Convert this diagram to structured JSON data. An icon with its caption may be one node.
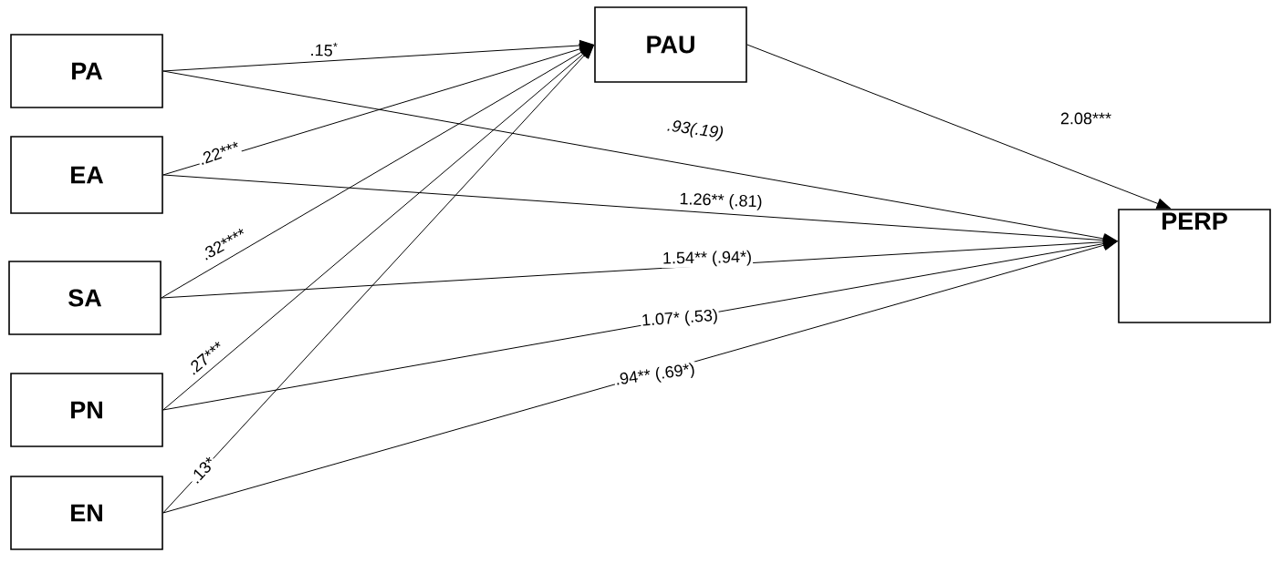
{
  "diagram": {
    "nodes": [
      {
        "text": [
          "PA"
        ]
      },
      {
        "text": [
          "EA"
        ]
      },
      {
        "text": [
          "SA"
        ]
      },
      {
        "text": [
          "PN"
        ]
      },
      {
        "text": [
          "EN"
        ]
      },
      {
        "text": [
          "PAU"
        ]
      },
      {
        "text": [
          "PERP"
        ]
      }
    ],
    "edges": [
      {
        "from": 0,
        "to": 5,
        "arrow": "to",
        "label": ".15$^{*}$"
      },
      {
        "from": 1,
        "to": 5,
        "arrow": "to",
        "label": ".22***"
      },
      {
        "from": 2,
        "to": 5,
        "arrow": "to",
        "label": ".32****"
      },
      {
        "from": 3,
        "to": 5,
        "arrow": "to",
        "label": ".27***"
      },
      {
        "from": 4,
        "to": 5,
        "arrow": "to",
        "label": ".13*"
      },
      {
        "from": 0,
        "to": 6,
        "arrow": "to",
        "label": ".93(.19)"
      },
      {
        "from": 1,
        "to": 6,
        "arrow": "to",
        "label": "1.26** (.81)"
      },
      {
        "from": 2,
        "to": 6,
        "arrow": "to",
        "label": "1.54** (.94*)"
      },
      {
        "from": 3,
        "to": 6,
        "arrow": "to",
        "label": "1.07* (.53)"
      },
      {
        "from": 4,
        "to": 6,
        "arrow": "to",
        "label": ".94** (.69*)"
      },
      {
        "from": 5,
        "to": 6,
        "arrow": "to",
        "label": "2.08***"
      }
    ]
  }
}
